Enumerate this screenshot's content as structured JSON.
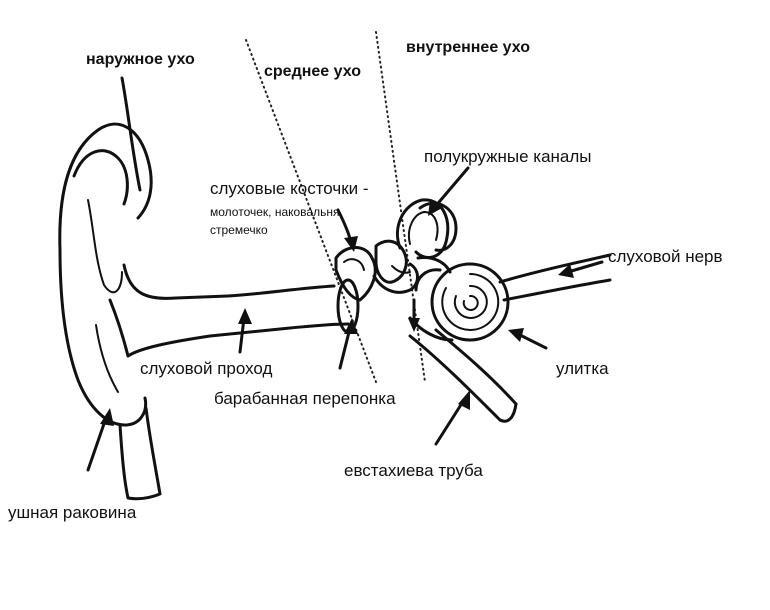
{
  "sections": {
    "outer": "наружное ухо",
    "middle": "среднее ухо",
    "inner": "внутреннее ухо"
  },
  "parts": {
    "semicircular": "полукружные каналы",
    "ossicles_title": "слуховые косточки -",
    "ossicles_line1": "молоточек, наковальня,",
    "ossicles_line2": "стремечко",
    "nerve": "слуховой нерв",
    "canal": "слуховой проход",
    "cochlea": "улитка",
    "eardrum": "барабанная перепонка",
    "eustachian": "евстахиева труба",
    "pinna": "ушная раковина"
  }
}
